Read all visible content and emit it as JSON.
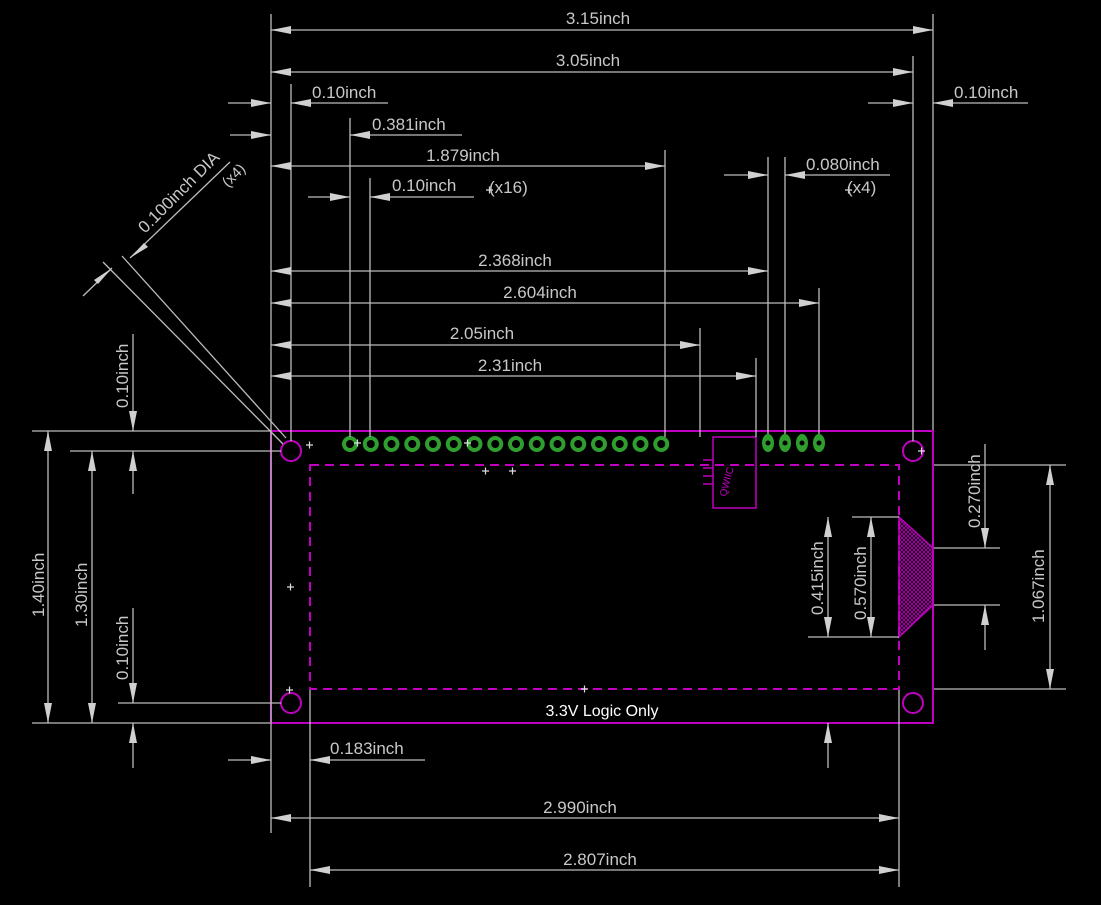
{
  "dimensions": {
    "overall_width": "3.15inch",
    "hole_span": "3.05inch",
    "left_hole_offset": "0.10inch",
    "right_hole_offset": "0.10inch",
    "first_pin_offset": "0.381inch",
    "last_pin_offset": "1.879inch",
    "pin_pitch": "0.10inch",
    "pin_count_note": "(x16)",
    "small_pin_pitch": "0.080inch",
    "small_pin_count_note": "(x4)",
    "hole_diameter": "0.100inch DIA",
    "hole_count_note": "(x4)",
    "small_pin_start": "2.368inch",
    "small_pin_end": "2.604inch",
    "connector_left": "2.05inch",
    "connector_right": "2.31inch",
    "top_hole_offset": "0.10inch",
    "bottom_hole_offset": "0.10inch",
    "overall_height": "1.40inch",
    "hole_vertical_span": "1.30inch",
    "flex_top_offset": "0.270inch",
    "flex_inner": "0.415inch",
    "flex_outer": "0.570inch",
    "display_height": "1.067inch",
    "display_left_offset": "0.183inch",
    "display_right_extent": "2.990inch",
    "display_width": "2.807inch"
  },
  "board": {
    "note": "3.3V Logic Only",
    "connector_label": "QWIIC"
  },
  "colors": {
    "board_outline": "#c000c0",
    "pad": "#2f9e2f",
    "dimension": "#c8c8c8",
    "background": "#000000"
  }
}
